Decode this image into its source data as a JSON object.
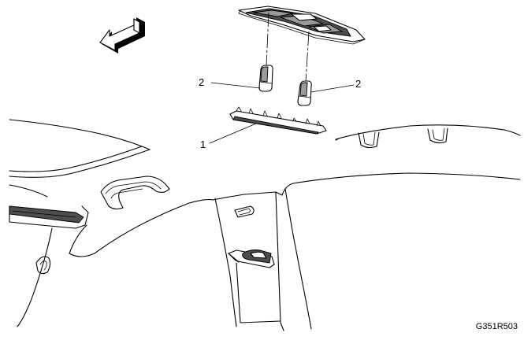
{
  "callouts": [
    {
      "id": "lens",
      "label": "1"
    },
    {
      "id": "bulb-left",
      "label": "2"
    },
    {
      "id": "bulb-right",
      "label": "2"
    }
  ],
  "figure_code": "G351R503",
  "colors": {
    "line": "#000000",
    "shade_dark": "#4d4d4d",
    "shade_light": "#9a9a9a",
    "background": "#ffffff"
  },
  "icons": {
    "direction_arrow": "forward-direction-arrow-icon"
  }
}
